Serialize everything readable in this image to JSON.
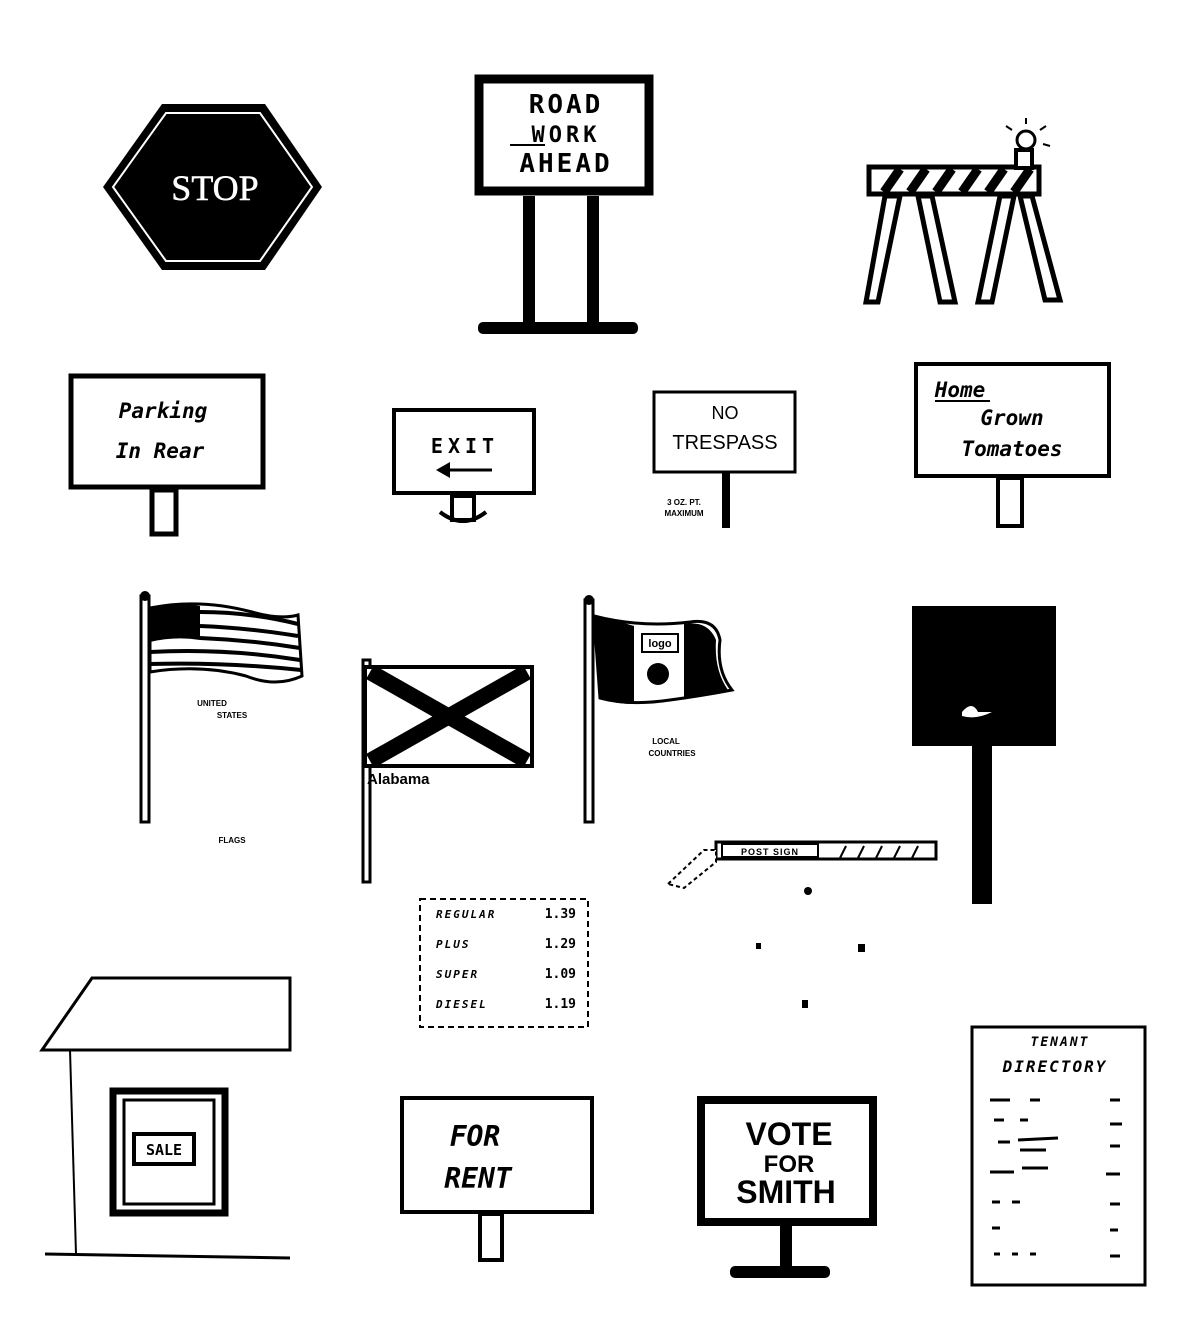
{
  "colors": {
    "ink": "#000000",
    "paper": "#ffffff"
  },
  "signs": {
    "stop": {
      "text": "STOP"
    },
    "road_work": {
      "line1": "ROAD",
      "line2": "WORK",
      "line3": "AHEAD"
    },
    "parking": {
      "line1": "Parking",
      "line2": "In Rear"
    },
    "exit": {
      "text": "EXIT"
    },
    "no_trespass": {
      "line1": "NO",
      "line2": "TRESPASS",
      "caption1": "3 OZ. PT.",
      "caption2": "MAXIMUM"
    },
    "tomatoes": {
      "line1": "Home",
      "line2": "Grown",
      "line3": "Tomatoes"
    },
    "us_flag": {
      "caption1": "UNITED",
      "caption2": "STATES",
      "footer": "FLAGS"
    },
    "alabama": {
      "label": "Alabama"
    },
    "local_flag": {
      "badge": "logo",
      "caption1": "LOCAL",
      "caption2": "COUNTRIES"
    },
    "gas_prices": {
      "rows": [
        {
          "grade": "REGULAR",
          "price": "1.39"
        },
        {
          "grade": "PLUS",
          "price": "1.29"
        },
        {
          "grade": "SUPER",
          "price": "1.09"
        },
        {
          "grade": "DIESEL",
          "price": "1.19"
        }
      ]
    },
    "barrier_gate": {
      "label": "POST SIGN"
    },
    "sale": {
      "text": "SALE"
    },
    "for_rent": {
      "line1": "FOR",
      "line2": "RENT"
    },
    "vote": {
      "line1": "VOTE",
      "line2": "FOR",
      "line3": "SMITH"
    },
    "directory": {
      "line1": "TENANT",
      "line2": "DIRECTORY"
    }
  }
}
